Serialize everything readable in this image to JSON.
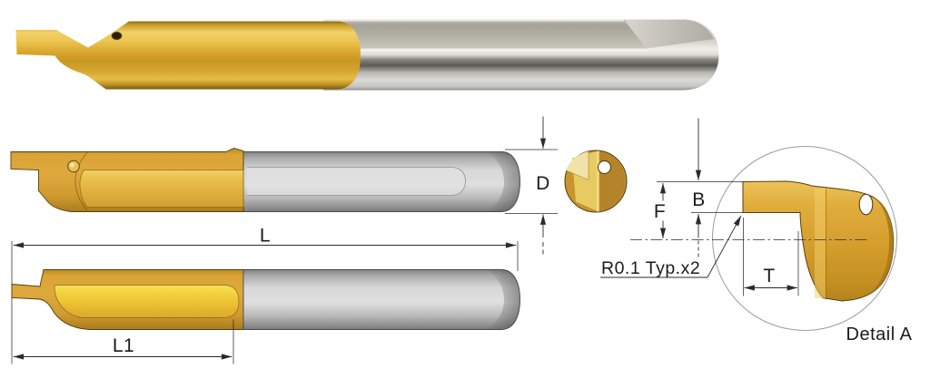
{
  "figure": {
    "detail_view_label": "Detail A",
    "radius_callout": "R0.1 Typ.x2"
  },
  "dimensions": {
    "shank_diameter": "D",
    "overall_length": "L",
    "reach_length": "L1",
    "tip_height": "B",
    "under_center_height": "F",
    "max_groove_depth": "T"
  },
  "colors": {
    "tin_coating_gold": "#D9A636",
    "gold_highlight": "#F2D264",
    "steel_light": "#DEDEDE",
    "steel_dark": "#7B7B7B",
    "line_color": "#2B2B2B"
  }
}
